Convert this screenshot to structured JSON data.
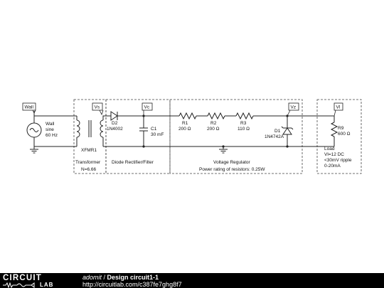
{
  "probes": [
    "Wall",
    "Vs",
    "Vc",
    "Vz",
    "Vl"
  ],
  "source": {
    "name": "Wall",
    "type": "sine",
    "freq": "60 Hz"
  },
  "transformer": {
    "name": "XFMR1",
    "section_title": "Transformer",
    "ratio": "N=6.66"
  },
  "rectifier": {
    "section_title": "Diode Rectifier/Filter",
    "diode": {
      "name": "D2",
      "part": "1N4002"
    },
    "cap": {
      "name": "C1",
      "value": "30 mF"
    }
  },
  "regulator": {
    "section_title": "Voltage Regulator",
    "note": "Power rating of resistors: 0.25W",
    "resistors": [
      {
        "name": "R1",
        "value": "200 Ω"
      },
      {
        "name": "R2",
        "value": "200 Ω"
      },
      {
        "name": "R3",
        "value": "110 Ω"
      }
    ],
    "zener": {
      "name": "D1",
      "part": "1N4742A"
    }
  },
  "load": {
    "resistor": {
      "name": "R9",
      "value": "600 Ω"
    },
    "title": "Load",
    "specs": [
      "Vl=12 DC",
      "<30mV ripple",
      "0-20mA"
    ]
  },
  "footer": {
    "logo_top": "CIRCUIT",
    "logo_bottom": "LAB",
    "author": "adomit",
    "separator": " / ",
    "design_title": "Design circuit1-1",
    "url": "http://circuitlab.com/c387fe7ghg8f7"
  }
}
